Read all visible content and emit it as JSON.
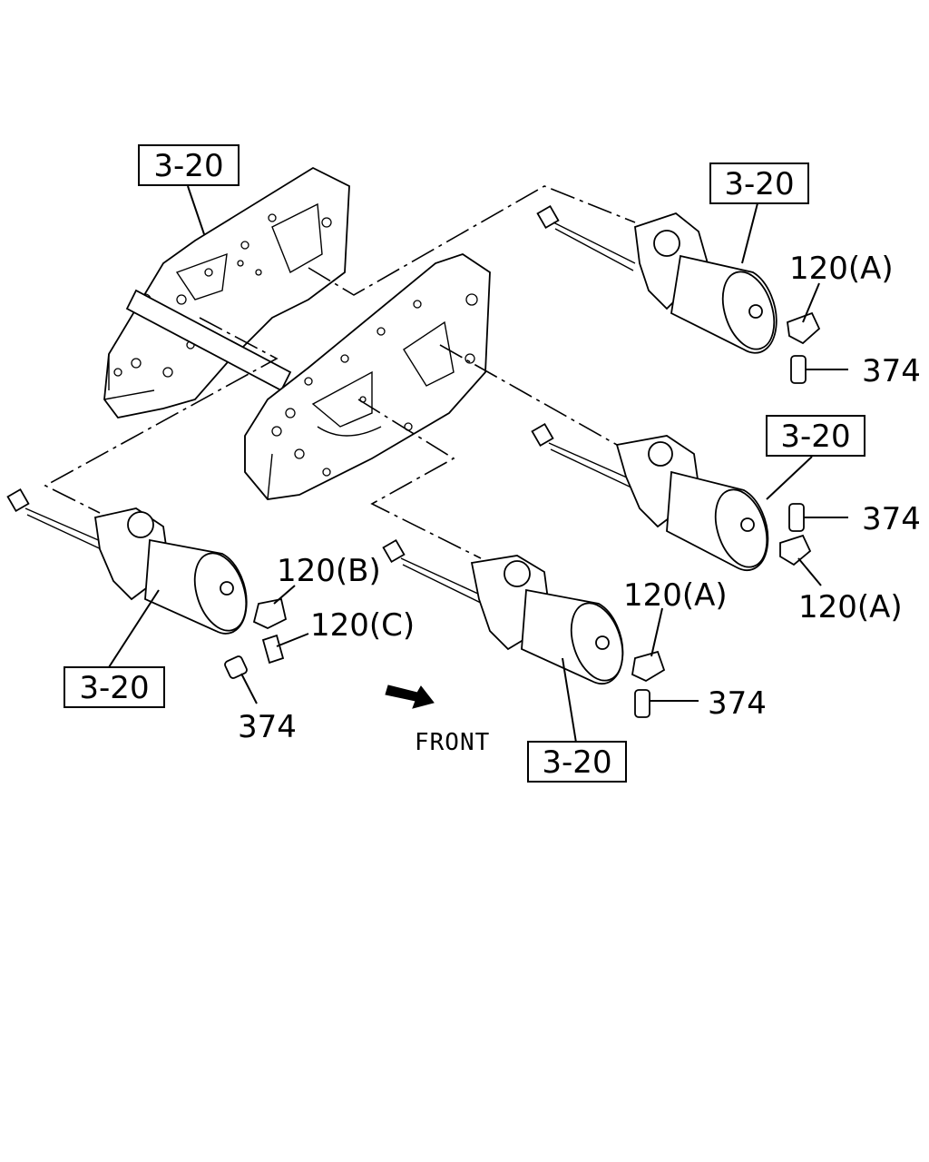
{
  "callouts": {
    "ref_3_20": "3-20",
    "p120a": "120(A)",
    "p120b": "120(B)",
    "p120c": "120(C)",
    "p374": "374"
  },
  "direction": {
    "front": "FRONT"
  }
}
